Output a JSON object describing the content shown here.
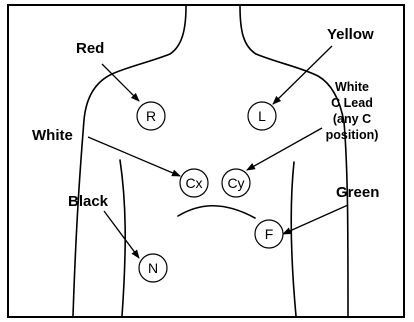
{
  "colors": {
    "stroke": "#000000",
    "background": "#ffffff"
  },
  "labels": {
    "red": "Red",
    "yellow": "Yellow",
    "white": "White",
    "black": "Black",
    "green": "Green",
    "white_c_lead": [
      "White",
      "C Lead",
      "(any C",
      "position)"
    ]
  },
  "electrodes": {
    "r": "R",
    "l": "L",
    "cx": "Cx",
    "cy": "Cy",
    "f": "F",
    "n": "N"
  }
}
